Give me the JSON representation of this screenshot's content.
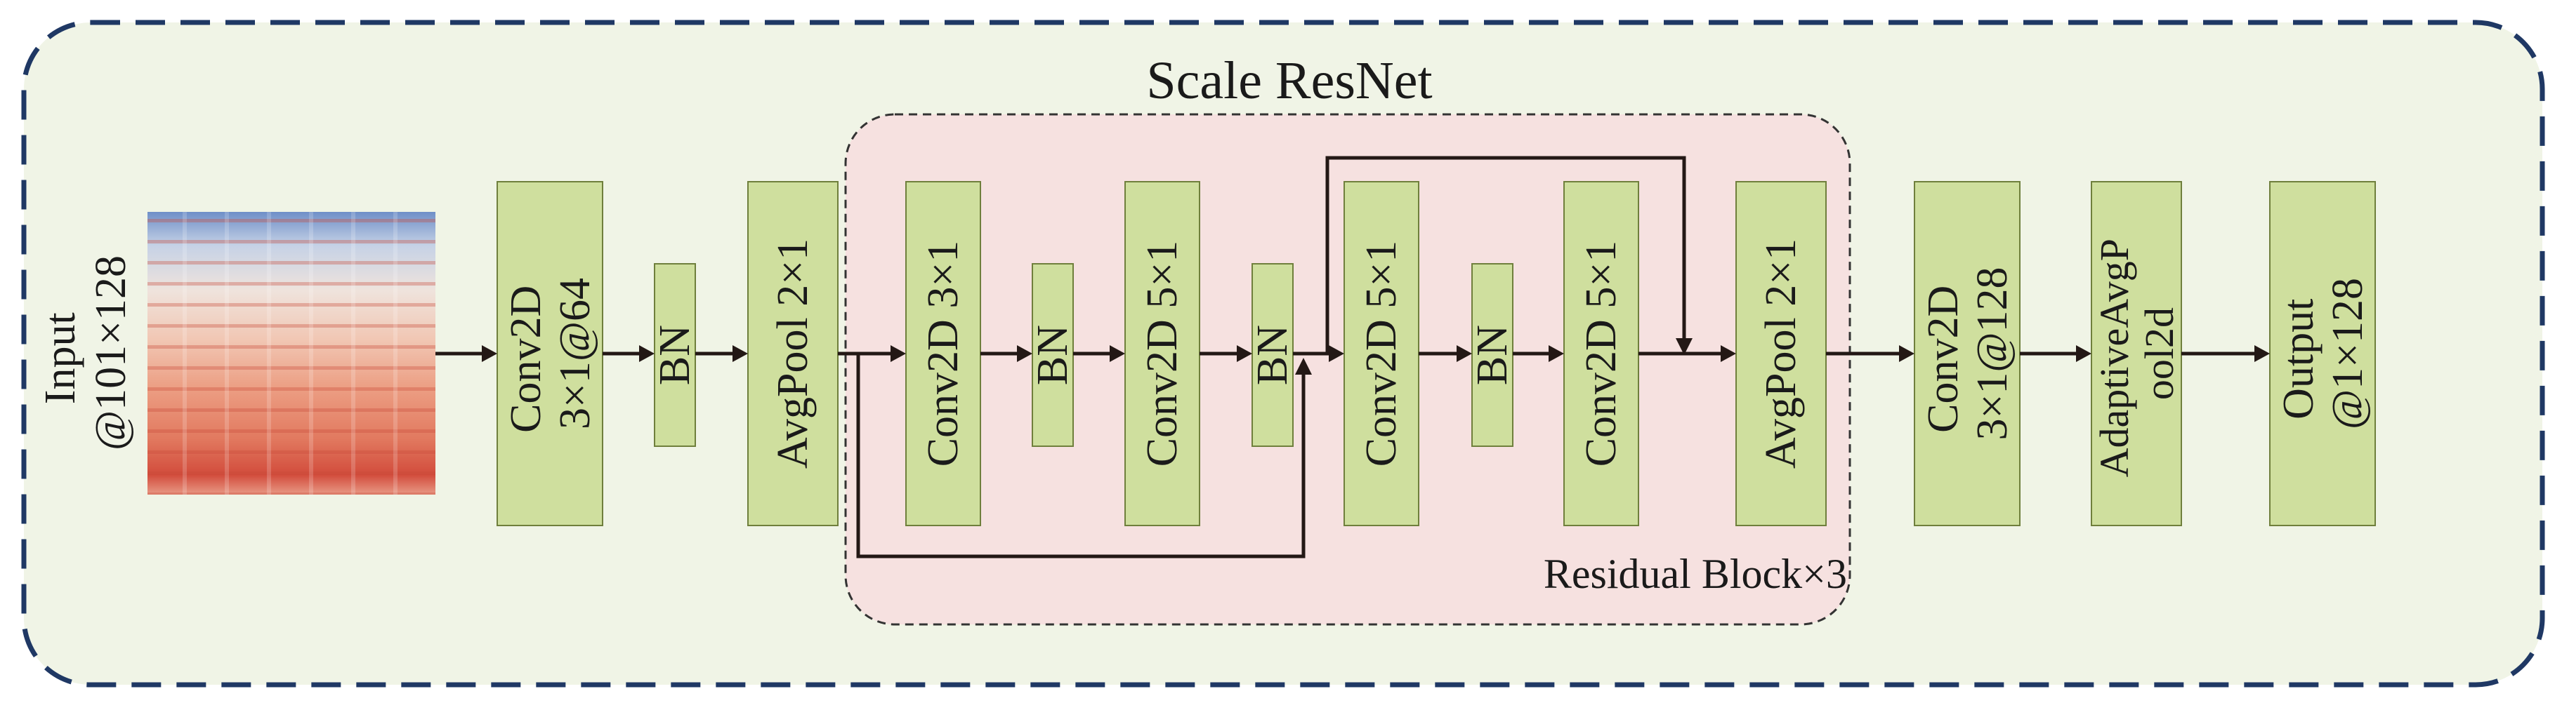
{
  "diagram": {
    "title": "Scale ResNet",
    "input_label_line1": "Input",
    "input_label_line2": "@101×128",
    "residual_label": "Residual Block×3",
    "blocks": {
      "conv1_line1": "Conv2D",
      "conv1_line2": "3×1@64",
      "bn1": "BN",
      "avgpool1": "AvgPool 2×1",
      "res_conv_a": "Conv2D 3×1",
      "bn2": "BN",
      "res_conv_b": "Conv2D 5×1",
      "bn3": "BN",
      "res_conv_c": "Conv2D 5×1",
      "bn4": "BN",
      "res_conv_d": "Conv2D 5×1",
      "avgpool2": "AvgPool 2×1",
      "conv2_line1": "Conv2D",
      "conv2_line2": "3×1@128",
      "adaptive_line1": "AdaptiveAvgP",
      "adaptive_line2": "ool2d",
      "output_line1": "Output",
      "output_line2": "@1×128"
    },
    "colors": {
      "outer_background": "#f0f4e6",
      "outer_border": "#1f3864",
      "residual_background": "#f6e1e0",
      "block_fill": "#cfdf9e",
      "arrow": "#231815"
    }
  }
}
